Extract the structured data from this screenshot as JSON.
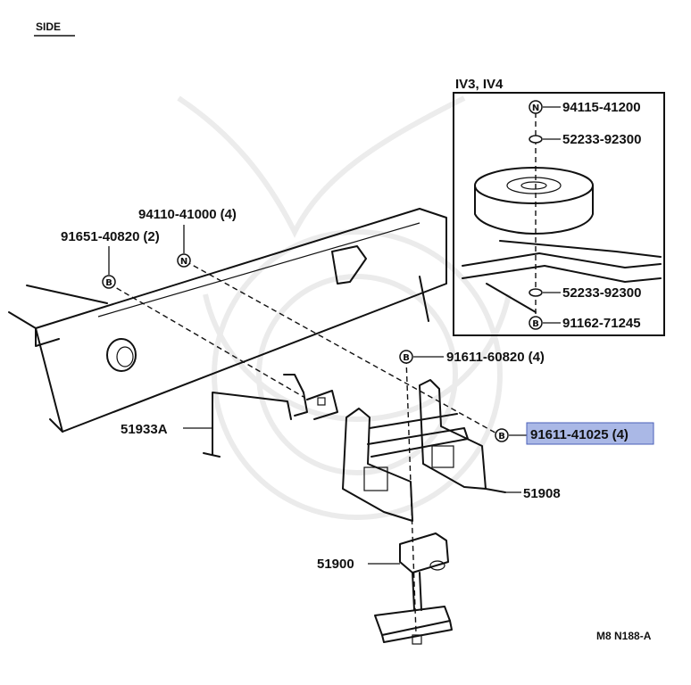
{
  "header": {
    "view_label": "SIDE"
  },
  "inset": {
    "title": "IV3, IV4"
  },
  "callouts": [
    {
      "id": "c1",
      "badge": "N",
      "part": "94115-41200",
      "qty": ""
    },
    {
      "id": "c2",
      "badge": "",
      "part": "52233-92300",
      "qty": ""
    },
    {
      "id": "c3",
      "badge": "",
      "part": "52233-92300",
      "qty": ""
    },
    {
      "id": "c4",
      "badge": "B",
      "part": "91162-71245",
      "qty": ""
    },
    {
      "id": "c5",
      "badge": "",
      "part": "94110-41000",
      "qty": "(4)"
    },
    {
      "id": "c6",
      "badge": "",
      "part": "91651-40820",
      "qty": "(2)"
    },
    {
      "id": "c7",
      "badge": "B",
      "part": "91611-60820",
      "qty": "(4)"
    },
    {
      "id": "c8",
      "badge": "B",
      "part": "91611-41025",
      "qty": "(4)",
      "highlighted": true
    },
    {
      "id": "c9",
      "badge": "",
      "part": "51933A",
      "qty": ""
    },
    {
      "id": "c10",
      "badge": "",
      "part": "51908",
      "qty": ""
    },
    {
      "id": "c11",
      "badge": "",
      "part": "51900",
      "qty": ""
    }
  ],
  "markers": {
    "n_badge": "N",
    "b_badge": "B"
  },
  "footer": {
    "diagram_code": "M8 N188-A"
  },
  "colors": {
    "highlight": "#aab8e6",
    "ink": "#111111"
  }
}
